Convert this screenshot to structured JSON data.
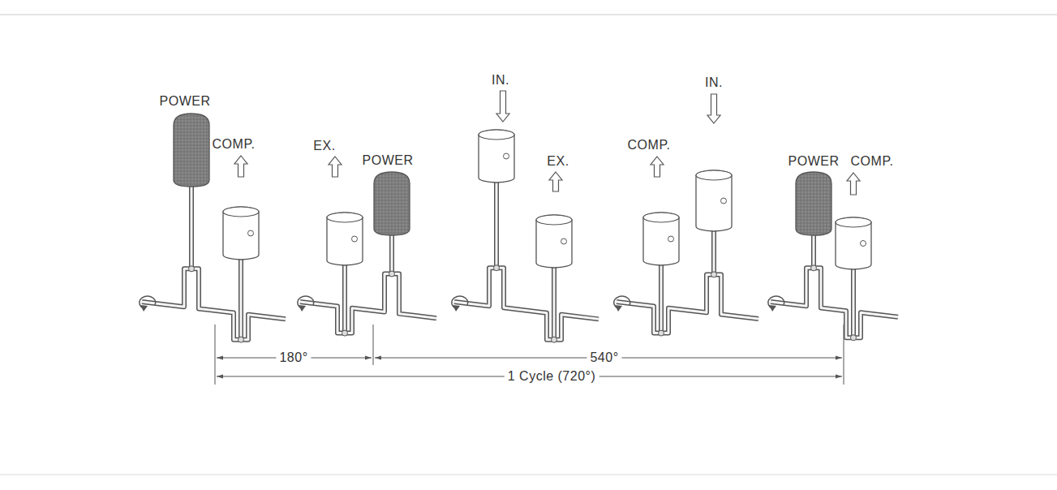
{
  "diagram": {
    "labels": [
      "POWER",
      "COMP.",
      "EX.",
      "POWER",
      "IN.",
      "EX.",
      "COMP.",
      "IN.",
      "POWER",
      "COMP.",
      "180°",
      "540°",
      "1 Cycle (720°)"
    ]
  }
}
